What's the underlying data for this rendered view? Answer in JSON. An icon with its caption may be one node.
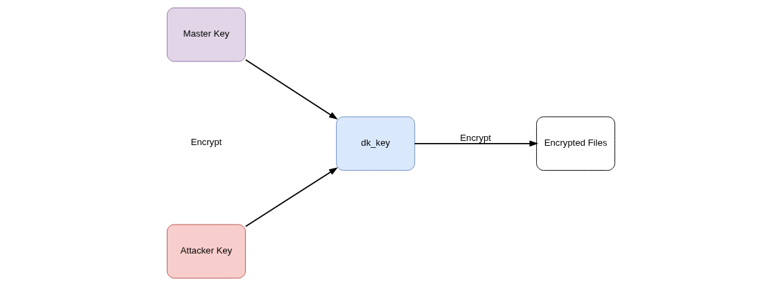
{
  "diagram": {
    "nodes": [
      {
        "text": [
          "Master Key"
        ]
      },
      {
        "text": [
          "Attacker Key"
        ]
      },
      {
        "text": [
          "dk_key"
        ]
      },
      {
        "text": [
          "Encrypted Files"
        ]
      }
    ],
    "edges": [
      {
        "from": 0,
        "to": 2,
        "arrow": "to"
      },
      {
        "from": 1,
        "to": 2,
        "arrow": "to"
      },
      {
        "from": 2,
        "to": 3,
        "arrow": "to",
        "label": "Encrypt"
      }
    ],
    "labels": [
      "Encrypt"
    ]
  }
}
